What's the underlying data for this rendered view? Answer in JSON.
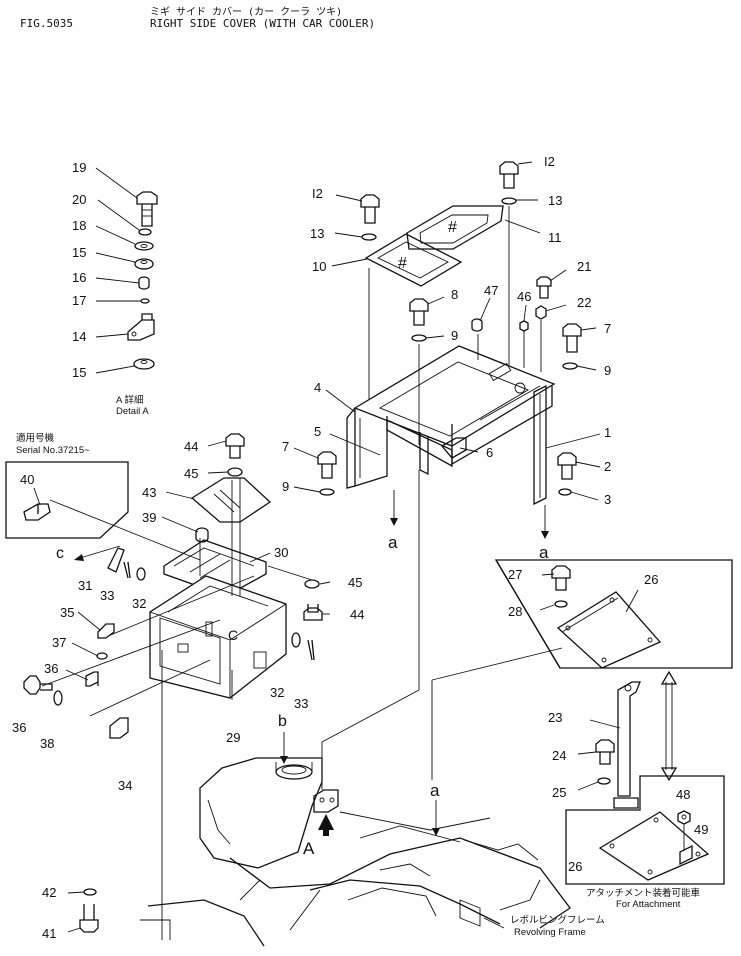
{
  "header": {
    "fig_number": "FIG.5035",
    "title_jp": "ミギ サイド カバー (カー クーラ ツキ)",
    "title_en": "RIGHT SIDE COVER (WITH CAR COOLER)"
  },
  "notes": {
    "detail_a_jp": "A 詳細",
    "detail_a_en": "Detail A",
    "serial_jp": "適用号機",
    "serial_en": "Serial No.37215~",
    "attachment_jp": "アタッチメント装着可能車",
    "attachment_en": "For Attachment",
    "revolving_jp": "レボルビングフレーム",
    "revolving_en": "Revolving Frame"
  },
  "letters": {
    "a1": "a",
    "a2": "a",
    "a3": "a",
    "b": "b",
    "c": "c",
    "A": "A"
  },
  "callouts": {
    "n19": "19",
    "n20": "20",
    "n18": "18",
    "n15a": "15",
    "n16": "16",
    "n17": "17",
    "n14": "14",
    "n15b": "15",
    "n12a": "I2",
    "n13a": "13",
    "n11": "11",
    "n12b": "I2",
    "n13b": "13",
    "n10": "10",
    "n8": "8",
    "n47": "47",
    "n46": "46",
    "n21": "21",
    "n22": "22",
    "n7a": "7",
    "n9a": "9",
    "n9b": "9",
    "n4": "4",
    "n5": "5",
    "n6": "6",
    "n1": "1",
    "n7b": "7",
    "n2": "2",
    "n9c": "9",
    "n3": "3",
    "n40": "40",
    "n44a": "44",
    "n45a": "45",
    "n43": "43",
    "n39": "39",
    "n30": "30",
    "n31": "31",
    "n33a": "33",
    "n32a": "32",
    "n45b": "45",
    "n44b": "44",
    "n35": "35",
    "n37": "37",
    "n36a": "36",
    "n36b": "36",
    "n38": "38",
    "n32b": "32",
    "n33b": "33",
    "n29": "29",
    "n34": "34",
    "n27": "27",
    "n26a": "26",
    "n28": "28",
    "n23": "23",
    "n24": "24",
    "n25": "25",
    "n48": "48",
    "n49": "49",
    "n26b": "26",
    "n42": "42",
    "n41": "41"
  }
}
